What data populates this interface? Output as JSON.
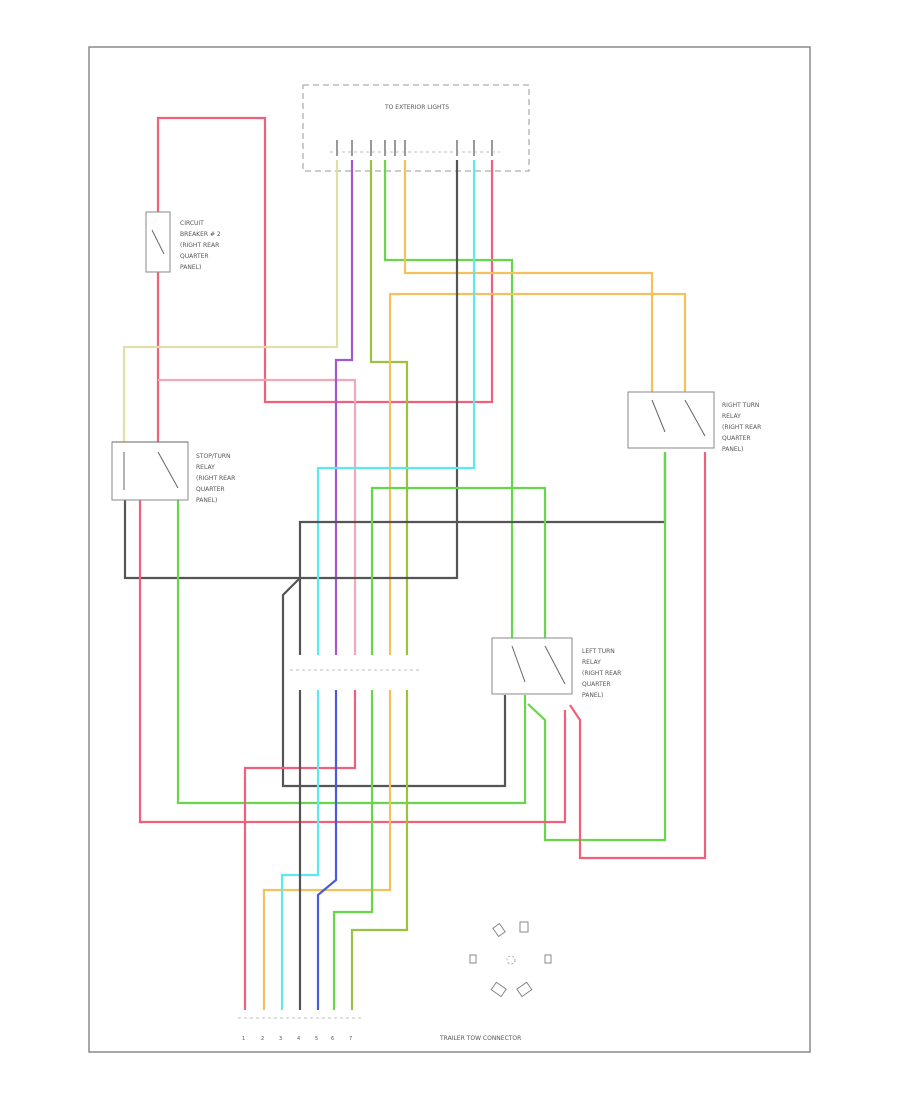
{
  "diagram": {
    "connector_top_label": "TO EXTERIOR LIGHTS",
    "connector_top_pins": [
      "",
      "",
      "",
      "",
      "",
      "",
      "",
      "",
      "",
      "",
      ""
    ],
    "circuit_breaker": {
      "label_lines": [
        "CIRCUIT",
        "BREAKER # 2",
        "(RIGHT REAR",
        "QUARTER",
        "PANEL)"
      ]
    },
    "stop_turn_relay": {
      "label_lines": [
        "STOP/TURN",
        "RELAY",
        "(RIGHT REAR",
        "QUARTER",
        "PANEL)"
      ]
    },
    "right_turn_relay": {
      "label_lines": [
        "RIGHT TURN",
        "RELAY",
        "(RIGHT REAR",
        "QUARTER",
        "PANEL)"
      ]
    },
    "left_turn_relay": {
      "label_lines": [
        "LEFT TURN",
        "RELAY",
        "(RIGHT REAR",
        "QUARTER",
        "PANEL)"
      ]
    },
    "trailer_connector": {
      "label": "TRAILER TOW CONNECTOR",
      "pins": [
        "1",
        "2",
        "3",
        "4",
        "5",
        "6",
        "7"
      ]
    },
    "corner_tag": "",
    "wire_colors": {
      "red": "#f0607a",
      "orange": "#f5c060",
      "green": "#66d64a",
      "cyan": "#5fe8f0",
      "blue": "#4a5ad8",
      "violet": "#a05ad0",
      "olive": "#9cc040",
      "gray": "#555555",
      "pink": "#f2a8b8",
      "pale_yellow": "#e8e8b0"
    }
  }
}
